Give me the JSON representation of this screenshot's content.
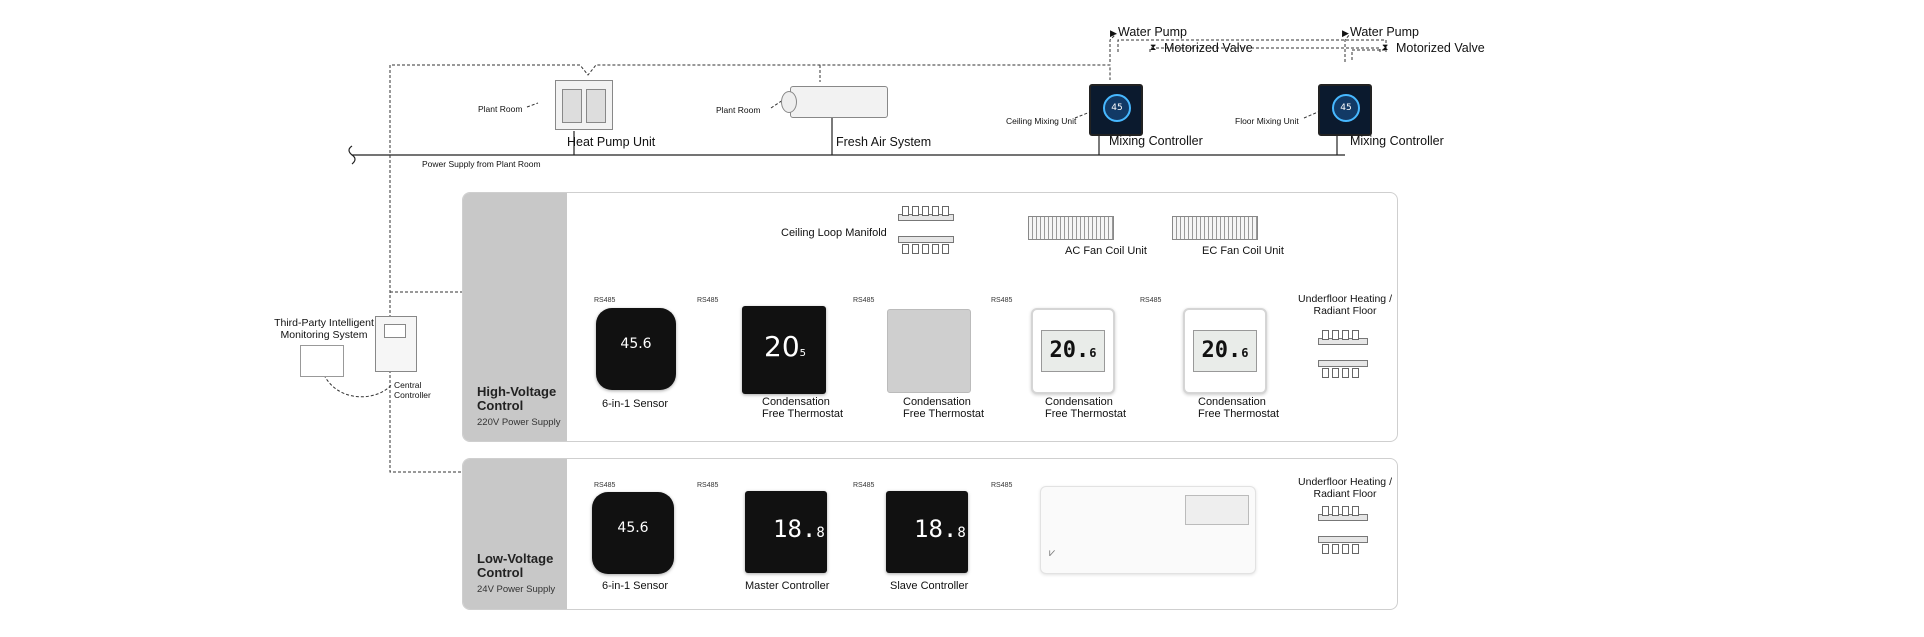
{
  "top": {
    "water_pump_1": "Water Pump",
    "motorized_valve_1": "Motorized Valve",
    "water_pump_2": "Water Pump",
    "motorized_valve_2": "Motorized Valve",
    "plant_room_1": "Plant Room",
    "plant_room_2": "Plant Room",
    "heat_pump_unit": "Heat Pump Unit",
    "fresh_air_system": "Fresh Air System",
    "ceiling_mixing_unit": "Ceiling Mixing Unit",
    "floor_mixing_unit": "Floor Mixing Unit",
    "mixing_controller_1": "Mixing Controller",
    "mixing_controller_2": "Mixing Controller",
    "mixing_value_1": "45",
    "mixing_value_2": "45",
    "power_supply": "Power Supply from Plant Room"
  },
  "left": {
    "third_party": "Third-Party Intelligent Monitoring System",
    "central_controller": "Central Controller"
  },
  "high_voltage": {
    "title": "High-Voltage Control",
    "subtitle": "220V Power Supply",
    "ceiling_loop_manifold": "Ceiling Loop Manifold",
    "ac_fan_coil": "AC Fan Coil Unit",
    "ec_fan_coil": "EC Fan Coil Unit",
    "underfloor": "Underfloor Heating / Radiant Floor",
    "rs485": [
      "RS485",
      "RS485",
      "RS485",
      "RS485",
      "RS485"
    ],
    "sensor_label": "6-in-1 Sensor",
    "sensor_value": "45.6",
    "thermostat_label": "Condensation Free Thermostat",
    "black_therm_value": "20",
    "black_therm_decimal": "5",
    "lcd_value": "20.",
    "lcd_decimal": "6"
  },
  "low_voltage": {
    "title": "Low-Voltage Control",
    "subtitle": "24V Power Supply",
    "underfloor": "Underfloor Heating / Radiant Floor",
    "rs485": [
      "RS485",
      "RS485",
      "RS485",
      "RS485"
    ],
    "sensor_label": "6-in-1 Sensor",
    "sensor_value": "45.6",
    "master_label": "Master Controller",
    "slave_label": "Slave Controller",
    "ctrl_value": "18.",
    "ctrl_decimal": "8"
  }
}
